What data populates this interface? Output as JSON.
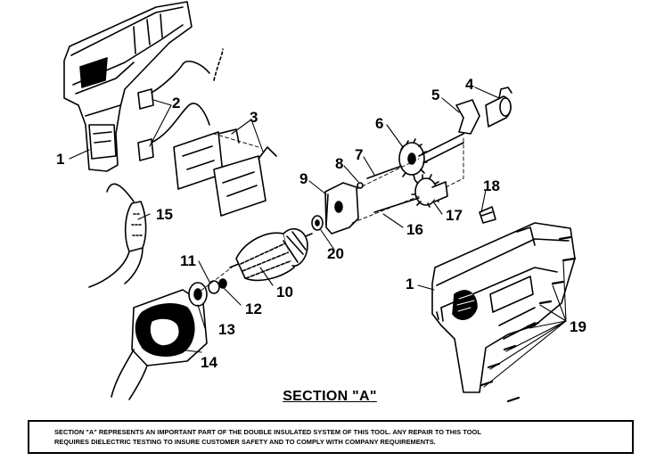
{
  "part_labels": {
    "p1a": "1",
    "p1b": "1",
    "p2": "2",
    "p3": "3",
    "p4": "4",
    "p5": "5",
    "p6": "6",
    "p7": "7",
    "p8": "8",
    "p9": "9",
    "p10": "10",
    "p11": "11",
    "p12": "12",
    "p13": "13",
    "p14": "14",
    "p15": "15",
    "p16": "16",
    "p17": "17",
    "p18": "18",
    "p19": "19",
    "p20": "20"
  },
  "section_title": "SECTION \"A\"",
  "note": {
    "line1": "SECTION \"A\" REPRESENTS AN IMPORTANT PART OF THE DOUBLE INSULATED SYSTEM OF THIS TOOL.  ANY REPAIR TO THIS TOOL",
    "line2": "REQUIRES DIELECTRIC TESTING TO INSURE CUSTOMER SAFETY AND TO COMPLY WITH COMPANY REQUIREMENTS."
  }
}
